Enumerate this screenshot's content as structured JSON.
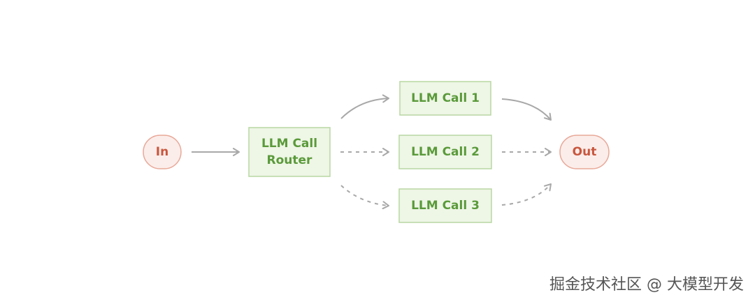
{
  "colors": {
    "io_fill": "#FBEDEA",
    "io_stroke": "#E8A898",
    "io_text": "#C8573E",
    "llm_fill": "#EEF6E6",
    "llm_stroke": "#B8D7A2",
    "llm_text": "#5A9A3A",
    "arrow": "#A8A8A8"
  },
  "nodes": {
    "input": {
      "label": "In"
    },
    "router": {
      "line1": "LLM Call",
      "line2": "Router"
    },
    "call1": {
      "label": "LLM Call 1"
    },
    "call2": {
      "label": "LLM Call 2"
    },
    "call3": {
      "label": "LLM Call 3"
    },
    "output": {
      "label": "Out"
    }
  },
  "edges": [
    {
      "from": "input",
      "to": "router",
      "style": "solid"
    },
    {
      "from": "router",
      "to": "call1",
      "style": "solid"
    },
    {
      "from": "router",
      "to": "call2",
      "style": "dashed"
    },
    {
      "from": "router",
      "to": "call3",
      "style": "dashed"
    },
    {
      "from": "call1",
      "to": "output",
      "style": "solid"
    },
    {
      "from": "call2",
      "to": "output",
      "style": "dashed"
    },
    {
      "from": "call3",
      "to": "output",
      "style": "dashed"
    }
  ],
  "watermark": "掘金技术社区 @ 大模型开发"
}
